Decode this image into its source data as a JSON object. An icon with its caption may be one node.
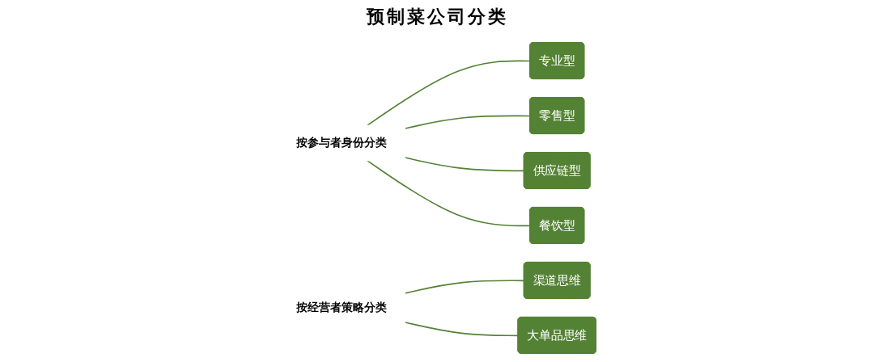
{
  "diagram": {
    "title": "预制菜公司分类",
    "nodes": [
      {
        "text": [
          "按参与者身份分类"
        ]
      },
      {
        "text": [
          "专业型"
        ]
      },
      {
        "text": [
          "零售型"
        ]
      },
      {
        "text": [
          "供应链型"
        ]
      },
      {
        "text": [
          "餐饮型"
        ]
      },
      {
        "text": [
          "按经营者策略分类"
        ]
      },
      {
        "text": [
          "渠道思维"
        ]
      },
      {
        "text": [
          "大单品思维"
        ]
      }
    ],
    "edges": [
      {
        "from": 0,
        "to": 1,
        "arrow": "none"
      },
      {
        "from": 0,
        "to": 2,
        "arrow": "none"
      },
      {
        "from": 0,
        "to": 3,
        "arrow": "none"
      },
      {
        "from": 0,
        "to": 4,
        "arrow": "none"
      },
      {
        "from": 5,
        "to": 6,
        "arrow": "none"
      },
      {
        "from": 5,
        "to": 7,
        "arrow": "none"
      }
    ]
  }
}
